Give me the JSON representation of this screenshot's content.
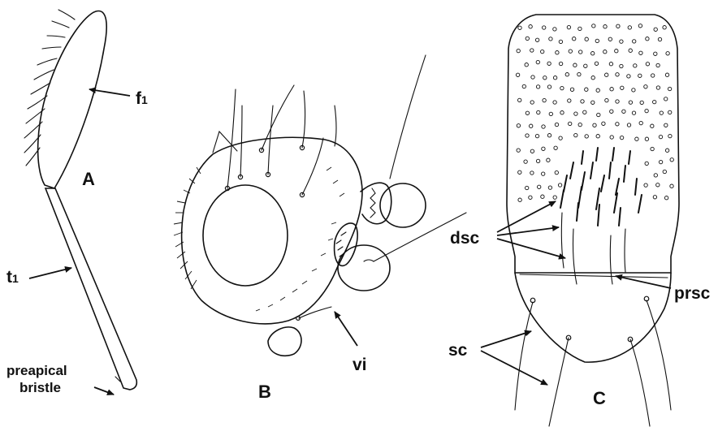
{
  "panels": {
    "a": {
      "label": "A",
      "femur_label": "f",
      "femur_sub": "1",
      "tibia_label": "t",
      "tibia_sub": "1",
      "bristle_line1": "preapical",
      "bristle_line2": "bristle"
    },
    "b": {
      "label": "B",
      "vi_label": "vi"
    },
    "c": {
      "label": "C",
      "dsc_label": "dsc",
      "prsc_label": "prsc",
      "sc_label": "sc"
    }
  }
}
